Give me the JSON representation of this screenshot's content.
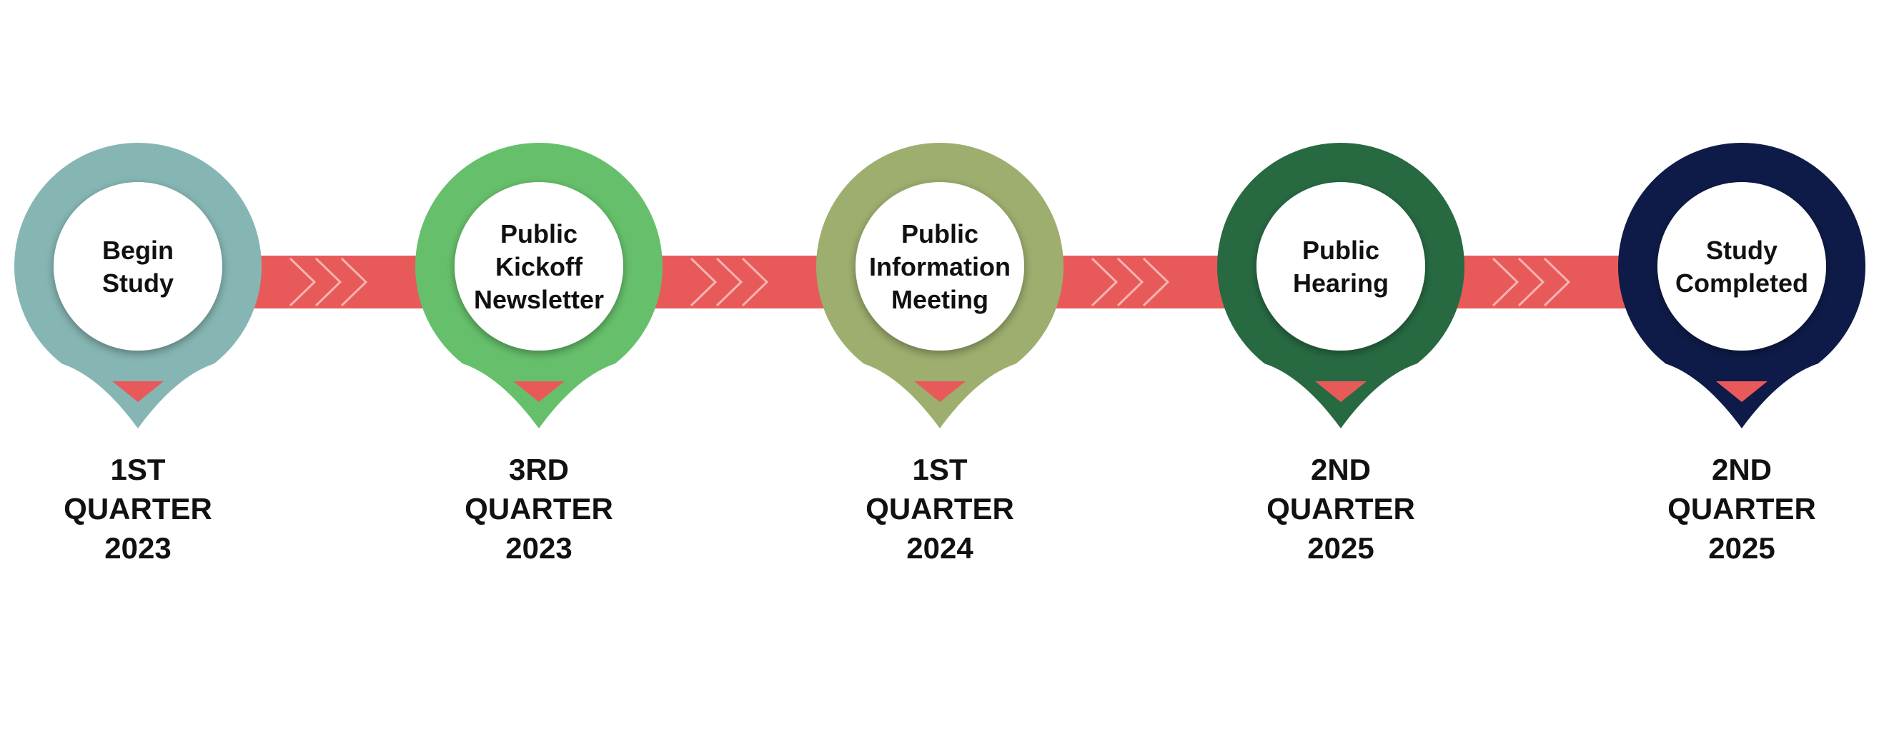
{
  "colors": {
    "connector": "#E85A5A",
    "chevron": "#F6B4B0",
    "text": "#111111",
    "inner_circle": "#FFFFFF"
  },
  "milestones": [
    {
      "label_lines": [
        "Begin",
        "Study"
      ],
      "date_lines": [
        "1ST",
        "QUARTER",
        "2023"
      ],
      "color": "#86B6B3"
    },
    {
      "label_lines": [
        "Public",
        "Kickoff",
        "Newsletter"
      ],
      "date_lines": [
        "3RD",
        "QUARTER",
        "2023"
      ],
      "color": "#66C06B"
    },
    {
      "label_lines": [
        "Public",
        "Information",
        "Meeting"
      ],
      "date_lines": [
        "1ST",
        "QUARTER",
        "2024"
      ],
      "color": "#9DAE6E"
    },
    {
      "label_lines": [
        "Public",
        "Hearing"
      ],
      "date_lines": [
        "2ND",
        "QUARTER",
        "2025"
      ],
      "color": "#276A42"
    },
    {
      "label_lines": [
        "Study",
        "Completed"
      ],
      "date_lines": [
        "2ND",
        "QUARTER",
        "2025"
      ],
      "color": "#0E1B48"
    }
  ]
}
